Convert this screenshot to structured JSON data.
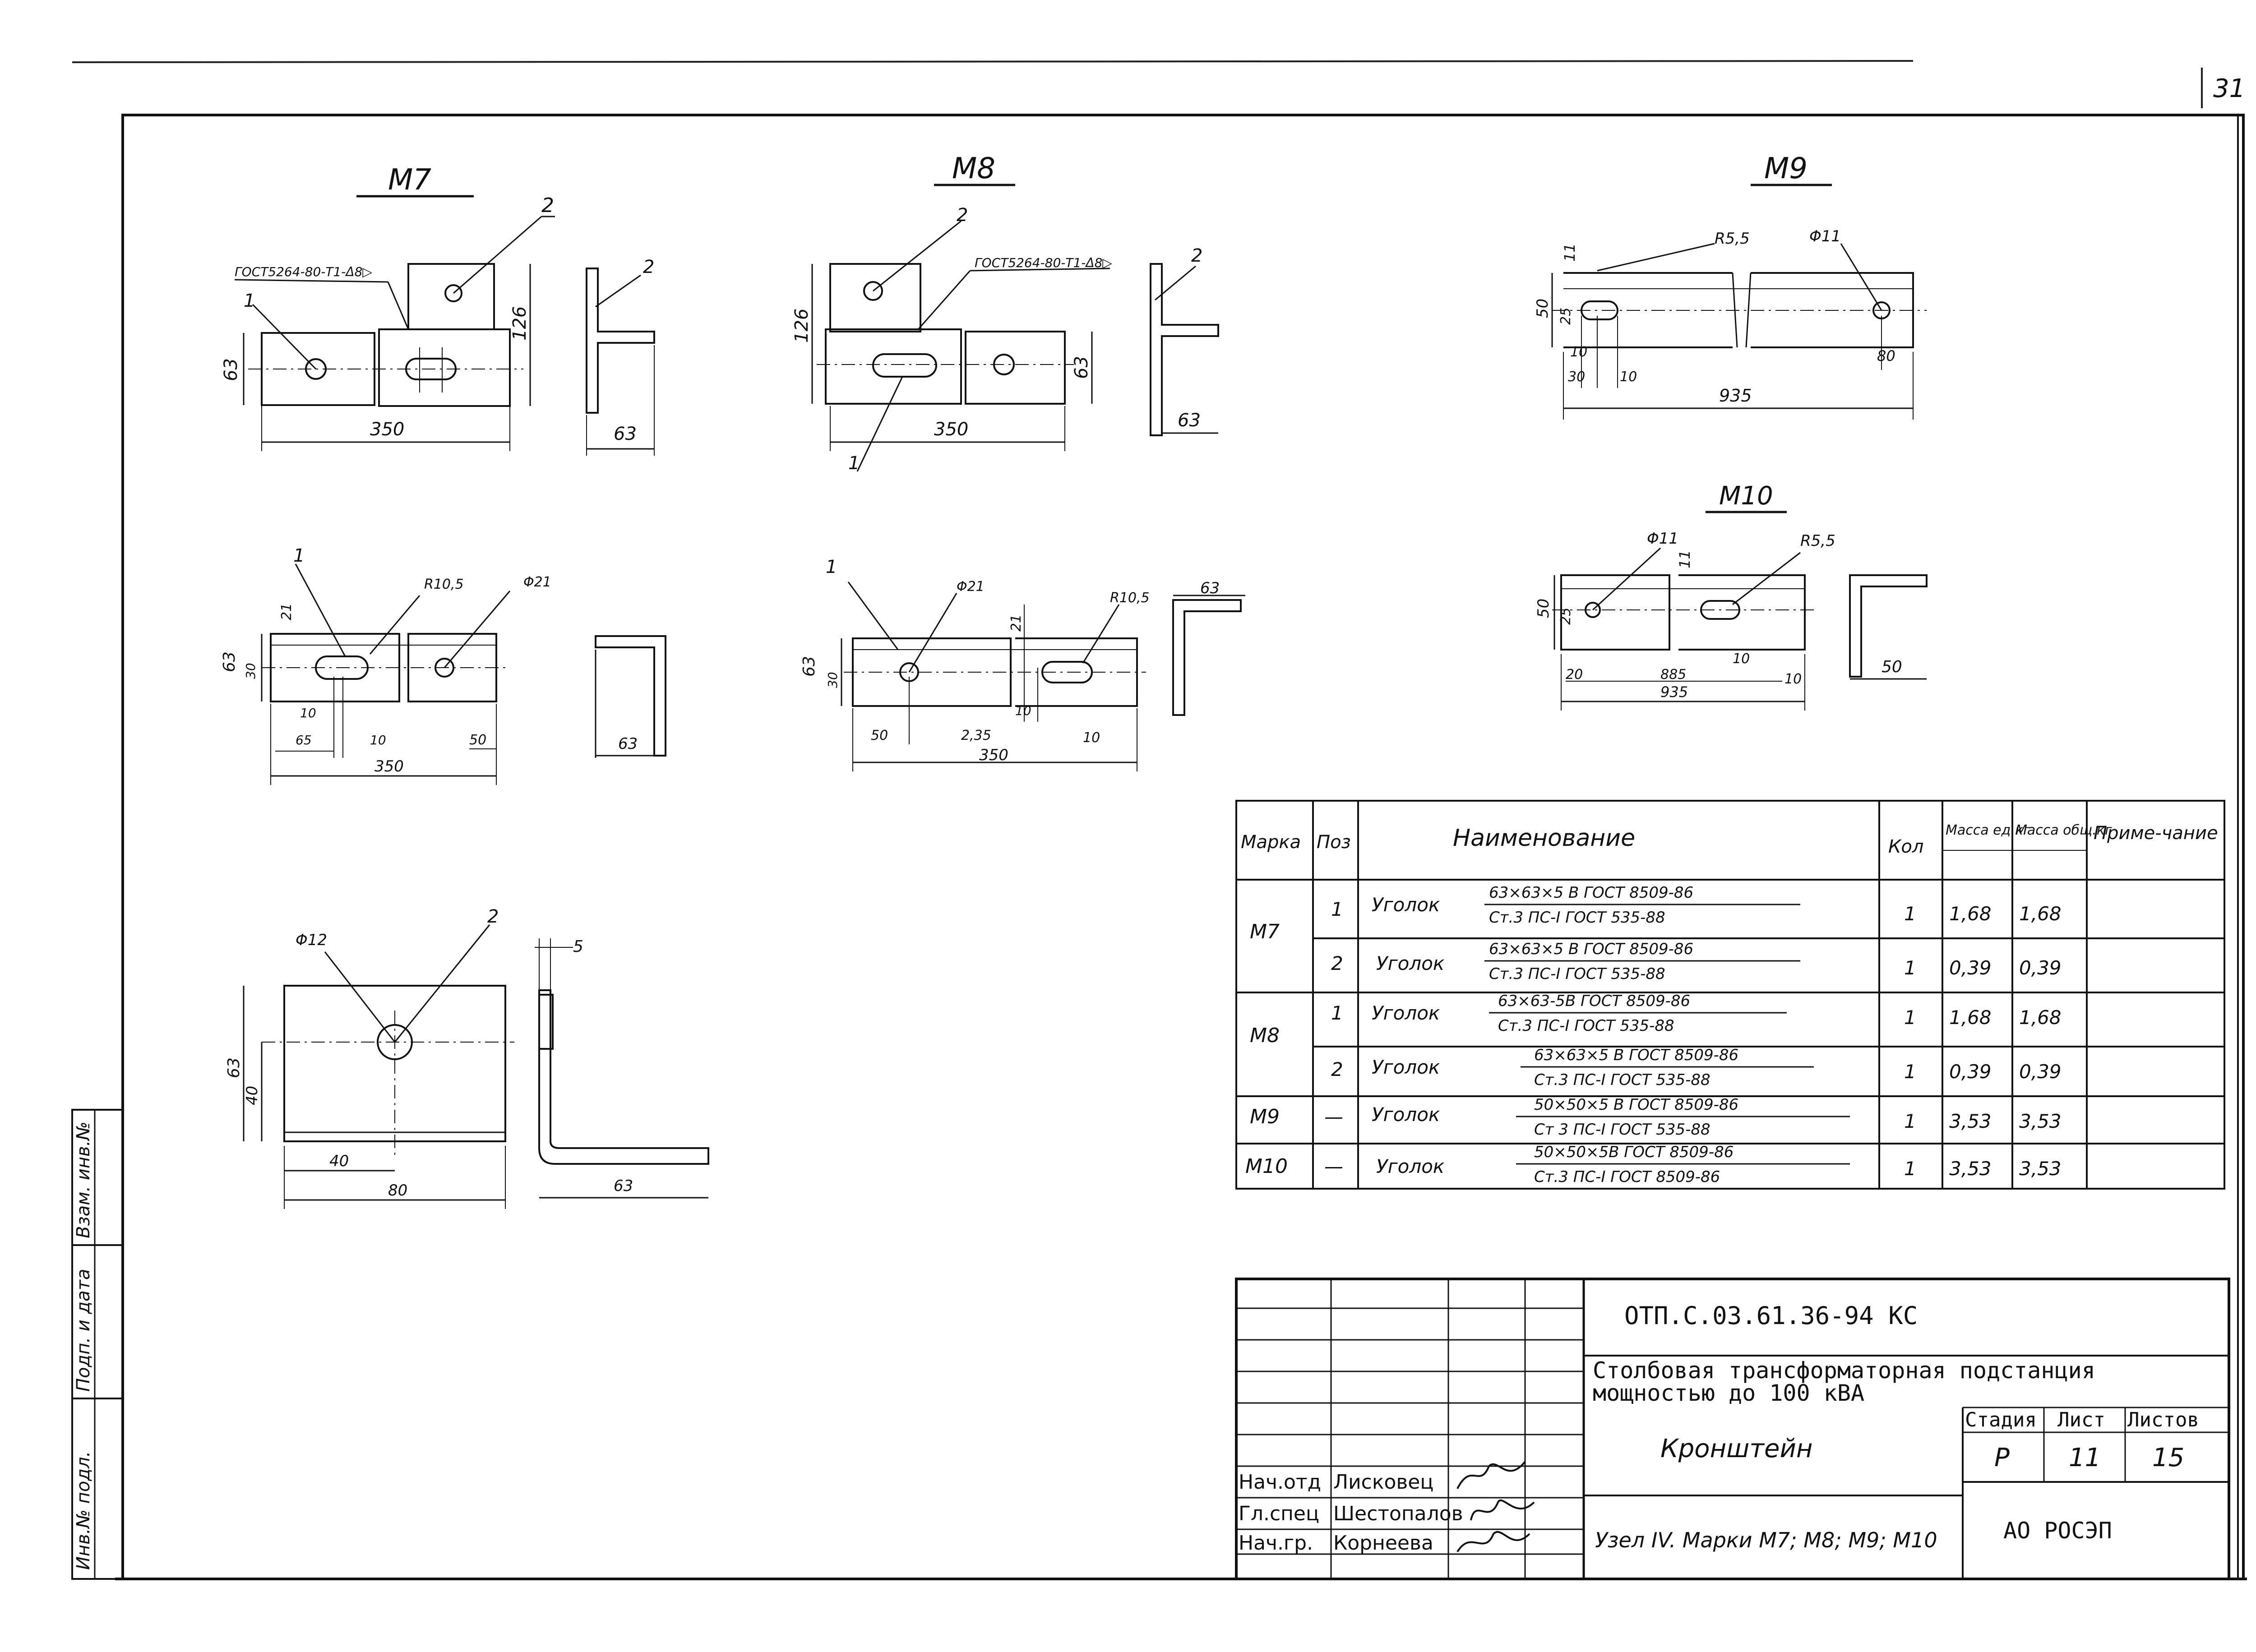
{
  "page_number": "31",
  "marks": {
    "m7": "М7",
    "m8": "М8",
    "m9": "М9",
    "m10": "М10"
  },
  "dims": {
    "m7_gost": "ГОСТ5264-80-Т1-Δ8▷",
    "m7_pos1": "1",
    "m7_pos2": "2",
    "m7_pos2b": "2",
    "m7_h126": "126",
    "m7_h63": "63",
    "m7_w350": "350",
    "m7_w63": "63",
    "m8_gost": "ГОСТ5264-80-Т1-Δ8▷",
    "m8_pos1": "1",
    "m8_pos2": "2",
    "m8_pos2b": "2",
    "m8_h126": "126",
    "m8_h63": "63",
    "m8_w350": "350",
    "m8_w63": "63",
    "m9_r55": "R5,5",
    "m9_d11": "Φ11",
    "m9_11": "11",
    "m9_50": "50",
    "m9_25": "25",
    "m9_10": "10",
    "m9_30": "30",
    "m9_10b": "10",
    "m9_80": "80",
    "m9_935": "935",
    "m10_d11": "Φ11",
    "m10_r55": "R5,5",
    "m10_11": "11",
    "m10_50": "50",
    "m10_25": "25",
    "m10_20": "20",
    "m10_885": "885",
    "m10_10": "10",
    "m10_10b": "10",
    "m10_935": "935",
    "m10_w50": "50",
    "p1_pos1": "1",
    "p1_r105": "R10,5",
    "p1_d21": "Φ21",
    "p1_21": "21",
    "p1_63": "63",
    "p1_30": "30",
    "p1_10": "10",
    "p1_65": "65",
    "p1_10b": "10",
    "p1_50": "50",
    "p1_350": "350",
    "p1_w63": "63",
    "p2_pos1": "1",
    "p2_d21": "Φ21",
    "p2_21": "21",
    "p2_r105": "R10,5",
    "p2_63": "63",
    "p2_30": "30",
    "p2_10": "10",
    "p2_50": "50",
    "p2_235": "2,35",
    "p2_10b": "10",
    "p2_350": "350",
    "p2_w63": "63",
    "p3_d12": "Φ12",
    "p3_pos2": "2",
    "p3_5": "5",
    "p3_63": "63",
    "p3_40": "40",
    "p3_40b": "40",
    "p3_80": "80",
    "p3_w63": "63"
  },
  "spec_table": {
    "headers": {
      "marka": "Марка",
      "poz": "Поз",
      "name": "Наименование",
      "kol": "Кол",
      "mass_ed": "Масса ед.кг",
      "mass_ob": "Масса общ.кг",
      "note": "Приме-чание"
    },
    "rows": [
      {
        "marka": "М7",
        "poz": "1",
        "name": "Уголок",
        "frac_top": "63×63×5 В ГОСТ 8509-86",
        "frac_bot": "Ст.3 ПС-I ГОСТ 535-88",
        "kol": "1",
        "mass_ed": "1,68",
        "mass_ob": "1,68"
      },
      {
        "marka": "",
        "poz": "2",
        "name": "Уголок",
        "frac_top": "63×63×5 В ГОСТ 8509-86",
        "frac_bot": "Ст.3 ПС-I ГОСТ 535-88",
        "kol": "1",
        "mass_ed": "0,39",
        "mass_ob": "0,39"
      },
      {
        "marka": "М8",
        "poz": "1",
        "name": "Уголок",
        "frac_top": "63×63-5В ГОСТ 8509-86",
        "frac_bot": "Ст.3 ПС-I ГОСТ 535-88",
        "kol": "1",
        "mass_ed": "1,68",
        "mass_ob": "1,68"
      },
      {
        "marka": "",
        "poz": "2",
        "name": "Уголок",
        "frac_top": "63×63×5 В ГОСТ 8509-86",
        "frac_bot": "Ст.3 ПС-I ГОСТ 535-88",
        "kol": "1",
        "mass_ed": "0,39",
        "mass_ob": "0,39"
      },
      {
        "marka": "М9",
        "poz": "—",
        "name": "Уголок",
        "frac_top": "50×50×5 В ГОСТ 8509-86",
        "frac_bot": "Ст 3 ПС-I ГОСТ 535-88",
        "kol": "1",
        "mass_ed": "3,53",
        "mass_ob": "3,53"
      },
      {
        "marka": "М10",
        "poz": "—",
        "name": "Уголок",
        "frac_top": "50×50×5В ГОСТ 8509-86",
        "frac_bot": "Ст.3 ПС-I ГОСТ 8509-86",
        "kol": "1",
        "mass_ed": "3,53",
        "mass_ob": "3,53"
      }
    ]
  },
  "title_block": {
    "code": "ОТП.С.03.61.36-94 КС",
    "project": "Столбовая трансформаторная подстанция",
    "project2": "мощностью до 100 кВА",
    "stage_label": "Стадия",
    "sheet_label": "Лист",
    "sheets_label": "Листов",
    "stage": "Р",
    "sheet": "11",
    "sheets": "15",
    "drawing_name": "Кронштейн",
    "node": "Узел IV. Марки М7; М8; М9; М10",
    "org": "АО РОСЭП",
    "signers": [
      {
        "role": "Нач.отд",
        "name": "Лисковец"
      },
      {
        "role": "Гл.спец",
        "name": "Шестопалов"
      },
      {
        "role": "Нач.гр.",
        "name": "Корнеева"
      }
    ]
  },
  "side_stamp": {
    "inv": "Инв.№ подл.",
    "sign": "Подп. и дата",
    "vzam": "Взам. инв.№"
  }
}
